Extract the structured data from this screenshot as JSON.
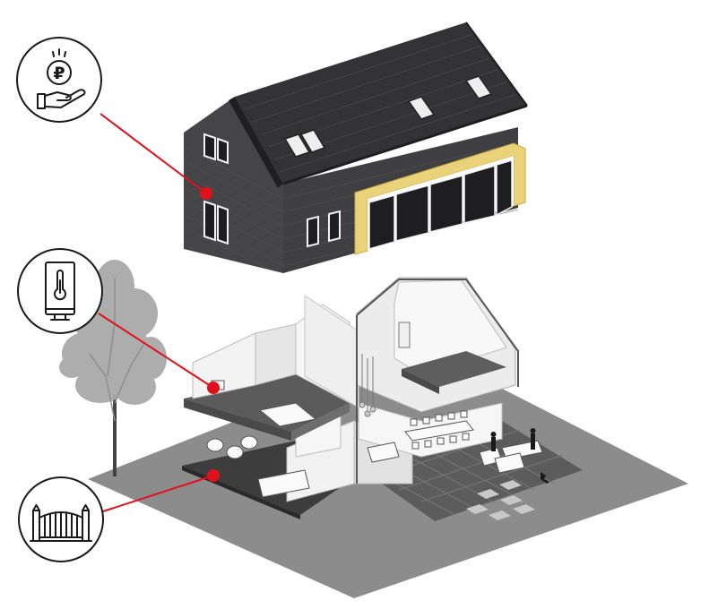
{
  "illustration": {
    "subject": "exploded-axonometric-house",
    "colors": {
      "roof": "#3d3d3f",
      "brick": "#454547",
      "window_frame": "#f2f2f2",
      "glass": "#1e1e20",
      "timber_frame": "#e9d27a",
      "timber_edge": "#c9aa44",
      "floor_slab": "#666666",
      "ground": "#8c8c8c",
      "terrace": "#5c5c5c",
      "interior_wall": "#f3f3f3",
      "tree": "#a9a9a9",
      "callout_line": "#e0101c",
      "callout_dot": "#e0101c",
      "icon_stroke": "#1a1a1a"
    }
  },
  "callouts": [
    {
      "id": "cost",
      "icon": "coin-in-hand-icon",
      "symbol": "₽"
    },
    {
      "id": "heating",
      "icon": "heating-thermostat-icon"
    },
    {
      "id": "fence",
      "icon": "gate-fence-icon"
    }
  ]
}
